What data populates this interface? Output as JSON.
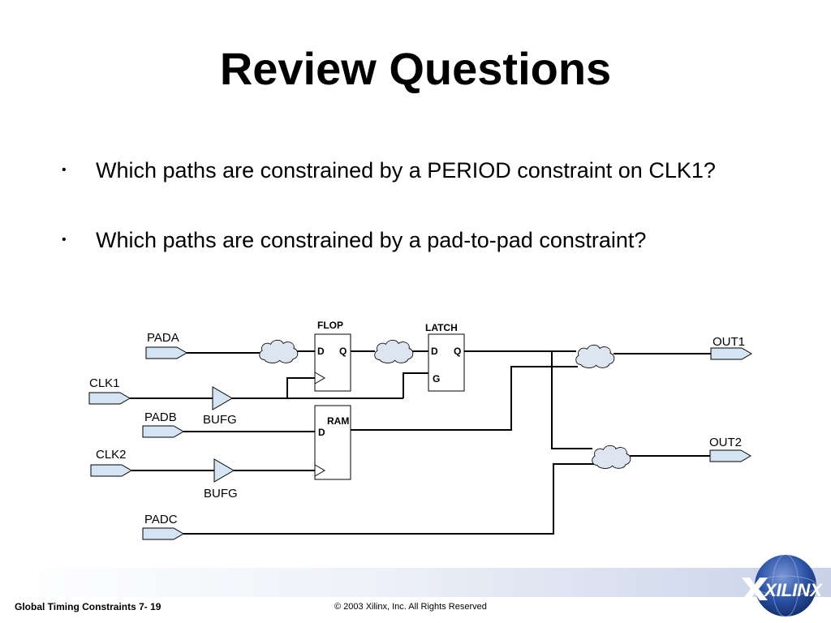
{
  "slide": {
    "title": "Review Questions",
    "bullets": [
      "Which paths are constrained by a PERIOD constraint on CLK1?",
      "Which paths are constrained by a pad-to-pad constraint?"
    ]
  },
  "diagram": {
    "pads": {
      "pada": "PADA",
      "clk1": "CLK1",
      "padb": "PADB",
      "clk2": "CLK2",
      "padc": "PADC",
      "out1": "OUT1",
      "out2": "OUT2"
    },
    "buffers": {
      "bufg1": "BUFG",
      "bufg2": "BUFG"
    },
    "flop": {
      "title": "FLOP",
      "d": "D",
      "q": "Q"
    },
    "latch": {
      "title": "LATCH",
      "d": "D",
      "q": "Q",
      "g": "G"
    },
    "ram": {
      "title": "RAM",
      "d": "D"
    }
  },
  "footer": {
    "course": "Global Timing Constraints  7- 19",
    "copyright": "© 2003 Xilinx, Inc. All Rights Reserved",
    "logo_text": "XILINX"
  },
  "colors": {
    "cloud_fill": "#dde6f0",
    "pad_fill": "#d5e4f2",
    "logo_blue": "#1a3f8f"
  }
}
